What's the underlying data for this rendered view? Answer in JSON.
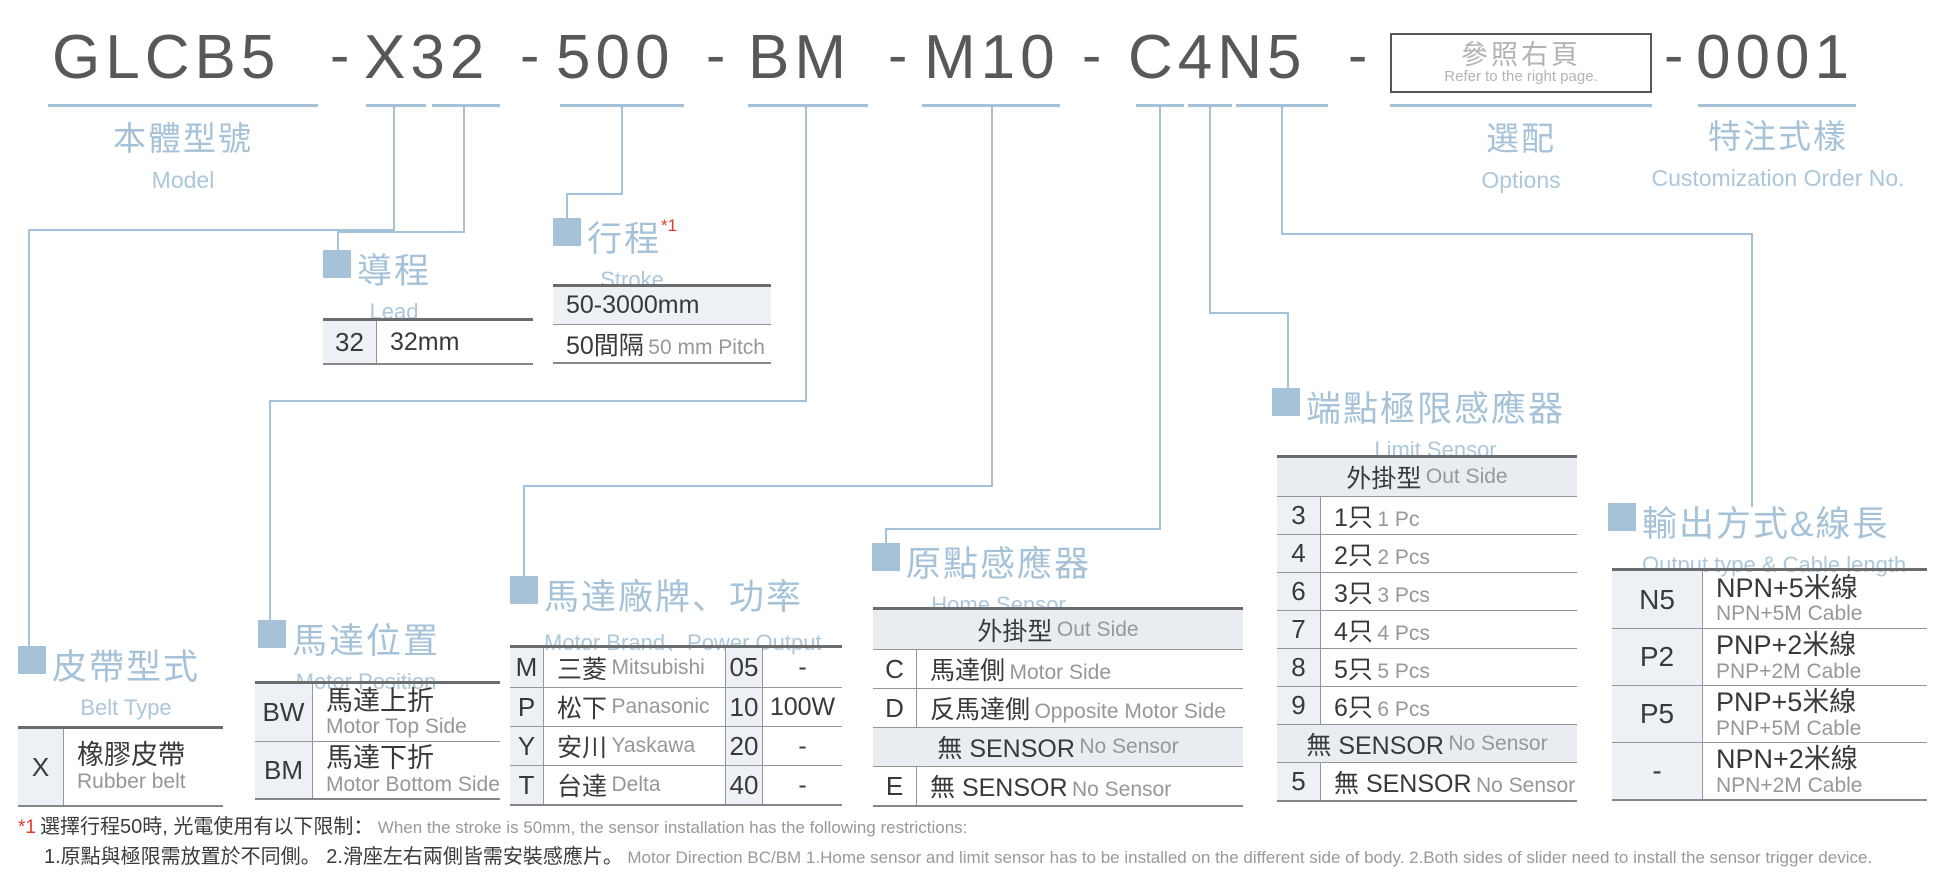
{
  "title": {
    "segments": [
      "GLCB5",
      "X32",
      "500",
      "BM",
      "M10",
      "C4N5"
    ],
    "dash": "-",
    "options_box": {
      "zh": "參照右頁",
      "en": "Refer to the right page."
    },
    "serial": "0001"
  },
  "top_labels": {
    "model_zh": "本體型號",
    "model_en": "Model",
    "options_zh": "選配",
    "options_en": "Options",
    "custom_zh": "特注式樣",
    "custom_en": "Customization Order No."
  },
  "sections": {
    "lead": {
      "zh": "導程",
      "en": "Lead",
      "row": {
        "code": "32",
        "value": "32mm"
      }
    },
    "stroke": {
      "zh": "行程",
      "ref": "*1",
      "en": "Stroke",
      "range": "50-3000mm",
      "pitch_zh": "50間隔",
      "pitch_en": "50 mm Pitch"
    },
    "belt": {
      "zh": "皮帶型式",
      "en": "Belt Type",
      "row": {
        "code": "X",
        "zh": "橡膠皮帶",
        "en": "Rubber belt"
      }
    },
    "motor_position": {
      "zh": "馬達位置",
      "en": "Motor Position",
      "rows": [
        {
          "code": "BW",
          "zh": "馬達上折",
          "en": "Motor Top Side"
        },
        {
          "code": "BM",
          "zh": "馬達下折",
          "en": "Motor Bottom Side"
        }
      ]
    },
    "motor_brand": {
      "zh": "馬達廠牌、功率",
      "en": "Motor Brand、Power Output",
      "rows": [
        {
          "code": "M",
          "zh": "三菱",
          "en": "Mitsubishi",
          "pcode": "05",
          "power": "-"
        },
        {
          "code": "P",
          "zh": "松下",
          "en": "Panasonic",
          "pcode": "10",
          "power": "100W"
        },
        {
          "code": "Y",
          "zh": "安川",
          "en": "Yaskawa",
          "pcode": "20",
          "power": "-"
        },
        {
          "code": "T",
          "zh": "台達",
          "en": "Delta",
          "pcode": "40",
          "power": "-"
        }
      ]
    },
    "home_sensor": {
      "zh": "原點感應器",
      "en": "Home Sensor",
      "header1_zh": "外掛型",
      "header1_en": "Out Side",
      "rows": [
        {
          "code": "C",
          "zh": "馬達側",
          "en": "Motor Side"
        },
        {
          "code": "D",
          "zh": "反馬達側",
          "en": "Opposite Motor Side"
        }
      ],
      "header2_zh": "無 SENSOR",
      "header2_en": "No Sensor",
      "row_none": {
        "code": "E",
        "zh": "無 SENSOR",
        "en": "No Sensor"
      }
    },
    "limit_sensor": {
      "zh": "端點極限感應器",
      "en": "Limit Sensor",
      "header1_zh": "外掛型",
      "header1_en": "Out Side",
      "rows": [
        {
          "code": "3",
          "zh": "1只",
          "en": "1 Pc"
        },
        {
          "code": "4",
          "zh": "2只",
          "en": "2 Pcs"
        },
        {
          "code": "6",
          "zh": "3只",
          "en": "3 Pcs"
        },
        {
          "code": "7",
          "zh": "4只",
          "en": "4 Pcs"
        },
        {
          "code": "8",
          "zh": "5只",
          "en": "5 Pcs"
        },
        {
          "code": "9",
          "zh": "6只",
          "en": "6 Pcs"
        }
      ],
      "header2_zh": "無 SENSOR",
      "header2_en": "No Sensor",
      "row_none": {
        "code": "5",
        "zh": "無 SENSOR",
        "en": "No Sensor"
      }
    },
    "output": {
      "zh": "輸出方式&線長",
      "en": "Output type & Cable length",
      "rows": [
        {
          "code": "N5",
          "zh": "NPN+5米線",
          "en": "NPN+5M Cable"
        },
        {
          "code": "P2",
          "zh": "PNP+2米線",
          "en": "PNP+2M Cable"
        },
        {
          "code": "P5",
          "zh": "PNP+5米線",
          "en": "PNP+5M Cable"
        },
        {
          "code": "-",
          "zh": "NPN+2米線",
          "en": "NPN+2M Cable"
        }
      ]
    }
  },
  "footnote": {
    "ref": "*1",
    "line1_zh": "選擇行程50時, 光電使用有以下限制：",
    "line1_en": "When the stroke is 50mm, the sensor installation has  the following restrictions:",
    "line2_zh": "1.原點與極限需放置於不同側。 2.滑座左右兩側皆需安裝感應片。",
    "line2_en": "Motor Direction BC/BM 1.Home sensor and limit sensor has to be installed on the different side of body.  2.Both sides of slider need to install the sensor trigger device."
  },
  "colors": {
    "accent_blue": "#a5c2d8",
    "footnote_red": "#e23b2e"
  }
}
